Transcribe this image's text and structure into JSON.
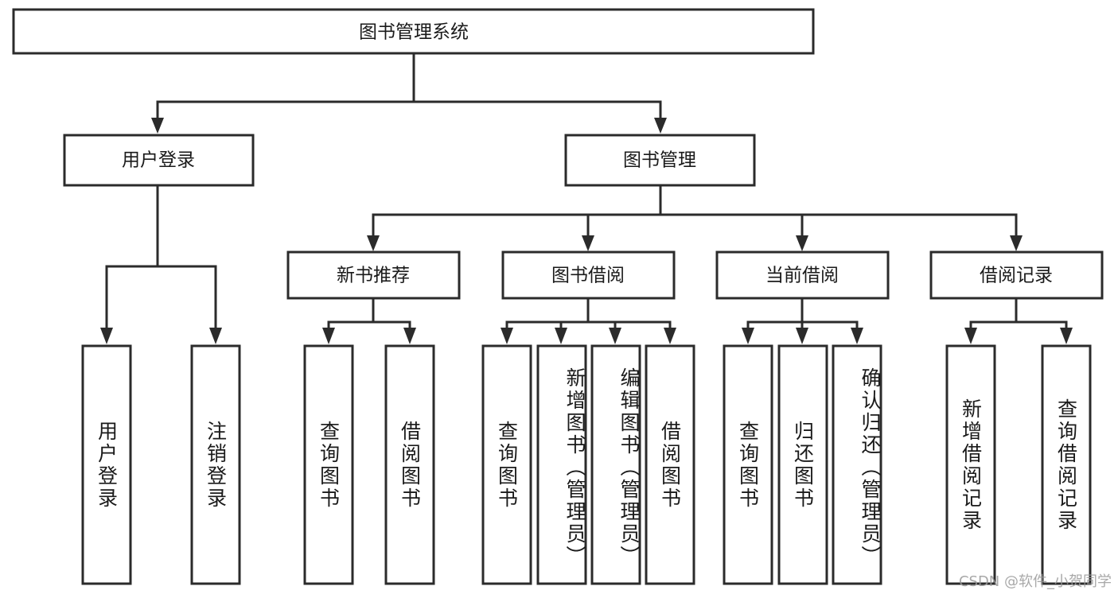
{
  "diagram": {
    "title_node": {
      "label": "图书管理系统"
    },
    "level2": [
      {
        "id": "user-login",
        "label": "用户登录"
      },
      {
        "id": "book-management",
        "label": "图书管理"
      }
    ],
    "level3": [
      {
        "id": "new-book-recommend",
        "label": "新书推荐"
      },
      {
        "id": "book-borrow",
        "label": "图书借阅"
      },
      {
        "id": "current-borrow",
        "label": "当前借阅"
      },
      {
        "id": "borrow-record",
        "label": "借阅记录"
      }
    ],
    "leaves": [
      {
        "id": "leaf-user-login",
        "label": "用户登录",
        "parent": "user-login"
      },
      {
        "id": "leaf-user-logout",
        "label": "注销登录",
        "parent": "user-login"
      },
      {
        "id": "leaf-query-book-1",
        "label": "查询图书",
        "parent": "new-book-recommend"
      },
      {
        "id": "leaf-borrow-book-1",
        "label": "借阅图书",
        "parent": "new-book-recommend"
      },
      {
        "id": "leaf-query-book-2",
        "label": "查询图书",
        "parent": "book-borrow"
      },
      {
        "id": "leaf-add-book",
        "label": "新增图书（管理员）",
        "parent": "book-borrow"
      },
      {
        "id": "leaf-edit-book",
        "label": "编辑图书（管理员）",
        "parent": "book-borrow"
      },
      {
        "id": "leaf-borrow-book-2",
        "label": "借阅图书",
        "parent": "book-borrow"
      },
      {
        "id": "leaf-query-book-3",
        "label": "查询图书",
        "parent": "current-borrow"
      },
      {
        "id": "leaf-return-book",
        "label": "归还图书",
        "parent": "current-borrow"
      },
      {
        "id": "leaf-confirm-return",
        "label": "确认归还（管理员）",
        "parent": "current-borrow"
      },
      {
        "id": "leaf-add-record",
        "label": "新增借阅记录",
        "parent": "borrow-record"
      },
      {
        "id": "leaf-query-record",
        "label": "查询借阅记录",
        "parent": "borrow-record"
      }
    ],
    "colors": {
      "box_stroke": "#2b2b2b",
      "box_fill": "#ffffff",
      "text": "#1a1a1a",
      "background": "#ffffff",
      "watermark": "#9a9a9a"
    }
  },
  "watermark": {
    "text": "CSDN @软件_小贺同学"
  }
}
